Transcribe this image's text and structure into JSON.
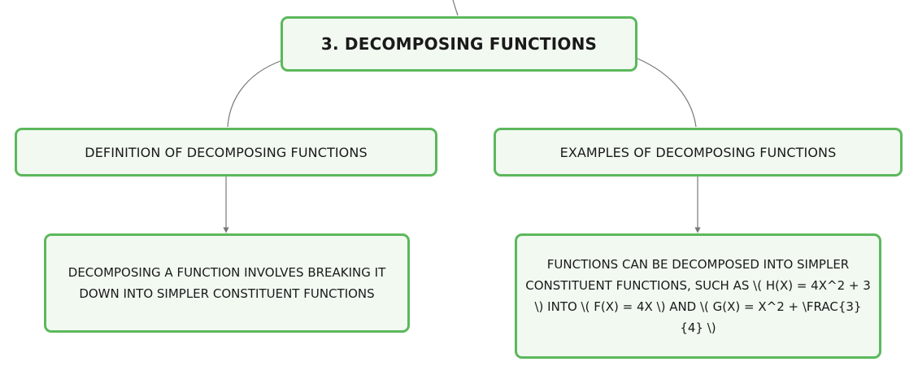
{
  "diagram": {
    "root": {
      "label": "3. DECOMPOSING FUNCTIONS"
    },
    "branches": [
      {
        "label": "DEFINITION OF DECOMPOSING FUNCTIONS",
        "child": {
          "text": "DECOMPOSING A FUNCTION INVOLVES BREAKING IT DOWN INTO SIMPLER CONSTITUENT FUNCTIONS"
        }
      },
      {
        "label": "EXAMPLES OF DECOMPOSING FUNCTIONS",
        "child": {
          "text": "FUNCTIONS CAN BE DECOMPOSED INTO SIMPLER CONSTITUENT FUNCTIONS, SUCH AS \\( H(X) = 4X^2 + 3 \\) INTO \\( F(X) = 4X \\) AND \\( G(X) = X^2 + \\FRAC{3}{4} \\)"
        }
      }
    ],
    "colors": {
      "node_border": "#5cb85c",
      "node_fill": "#f1f9f1",
      "connector": "#777777",
      "text": "#1a1a1a"
    }
  }
}
